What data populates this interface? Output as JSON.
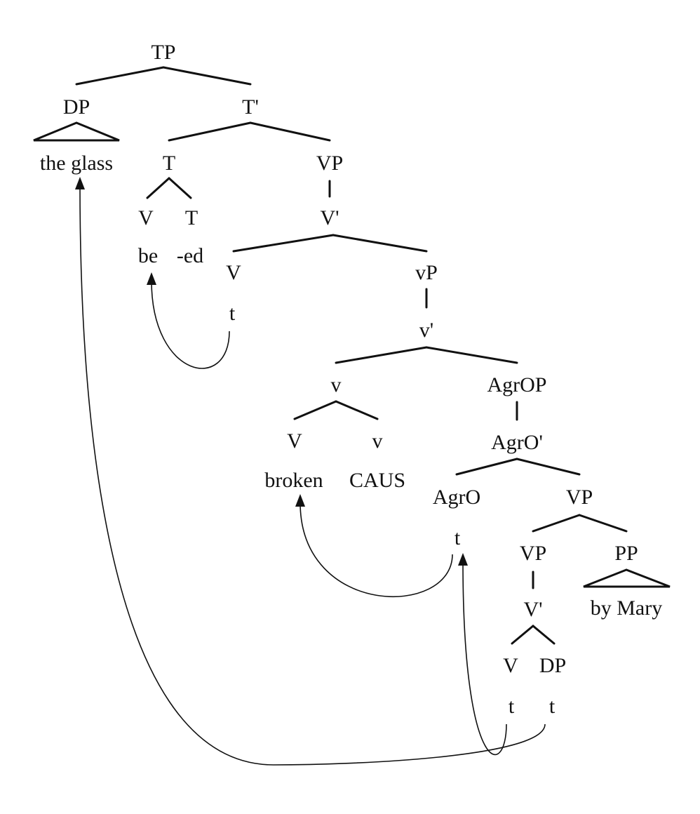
{
  "tree": {
    "nodes": {
      "tp": "TP",
      "dp_subject": "DP",
      "the_glass": "the glass",
      "t_bar": "T'",
      "t_head": "T",
      "v_be": "V",
      "t_inner": "T",
      "be": "be",
      "ed": "-ed",
      "vp_upper": "VP",
      "v_bar_upper": "V'",
      "v_upper": "V",
      "t_trace_be": "t",
      "little_vp": "vP",
      "little_v_bar": "v'",
      "little_v": "v",
      "v_broken": "V",
      "little_v_inner": "v",
      "broken": "broken",
      "caus": "CAUS",
      "agrop": "AgrOP",
      "agro_bar": "AgrO'",
      "agro": "AgrO",
      "t_trace_agro": "t",
      "vp_mid": "VP",
      "vp_lower": "VP",
      "pp": "PP",
      "by_mary": "by Mary",
      "v_bar_lower": "V'",
      "v_lower": "V",
      "dp_object": "DP",
      "t_trace_v": "t",
      "t_trace_dp": "t"
    }
  }
}
